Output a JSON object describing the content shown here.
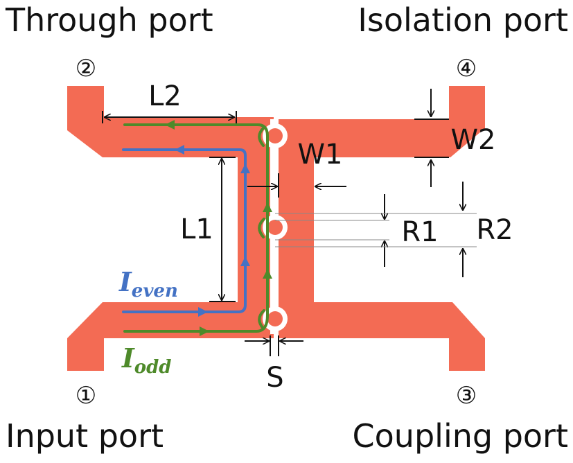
{
  "ports": {
    "through": {
      "name": "Through port",
      "number": "②"
    },
    "isolation": {
      "name": "Isolation port",
      "number": "④"
    },
    "input": {
      "name": "Input port",
      "number": "①"
    },
    "coupling": {
      "name": "Coupling port",
      "number": "③"
    }
  },
  "dimensions": {
    "l1": "L1",
    "l2": "L2",
    "w1": "W1",
    "w2": "W2",
    "r1": "R1",
    "r2": "R2",
    "s": "S"
  },
  "currents": {
    "even": {
      "symbol": "I",
      "subscript": "even"
    },
    "odd": {
      "symbol": "I",
      "subscript": "odd"
    }
  },
  "colors": {
    "trace": "#f36b54",
    "even_current": "#4472c4",
    "odd_current": "#4e8a2a",
    "via_ring": "#ffffff",
    "dimension": "#111111"
  }
}
